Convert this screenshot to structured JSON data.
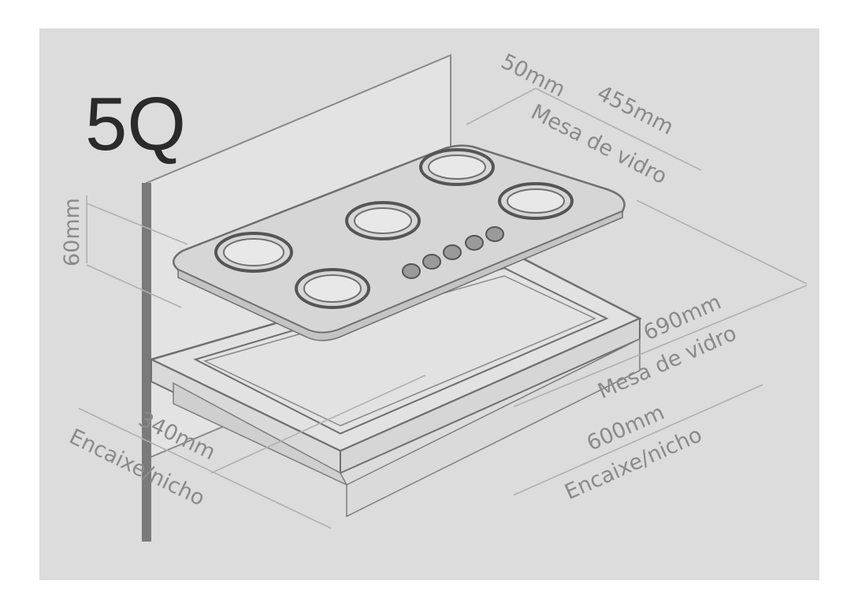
{
  "model": "5Q",
  "labels": {
    "wall_offset": "50mm",
    "glass_depth": "455mm",
    "glass_depth_caption": "Mesa de vidro",
    "height": "60mm",
    "glass_width": "690mm",
    "glass_width_caption": "Mesa de vidro",
    "cutout_width": "600mm",
    "cutout_width_caption": "Encaixe/nicho",
    "cutout_depth": "340mm",
    "cutout_depth_caption": "Encaixe/nicho"
  },
  "colors": {
    "background": "#dcdcdc",
    "frame": "#ffffff",
    "stroke": "#6f6f6f",
    "text": "#8a8a8a"
  }
}
